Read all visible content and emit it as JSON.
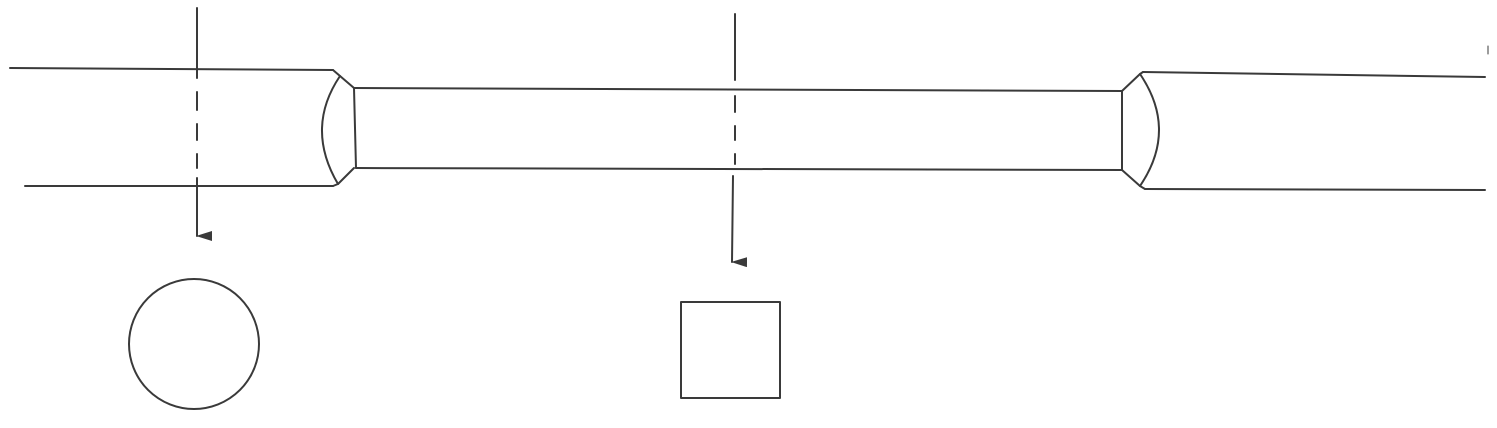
{
  "diagram": {
    "line_color": "#3a3a3a",
    "paper_color": "#ffffff",
    "parts": [
      {
        "name": "left-shaft-section",
        "shape": "thick-cylinder"
      },
      {
        "name": "middle-shaft-section",
        "shape": "thin-cylinder"
      },
      {
        "name": "right-shaft-section",
        "shape": "thick-cylinder"
      }
    ],
    "sections": [
      {
        "name": "section-left",
        "cross_section_shape": "circle",
        "direction": "down"
      },
      {
        "name": "section-middle",
        "cross_section_shape": "square",
        "direction": "down"
      }
    ]
  }
}
